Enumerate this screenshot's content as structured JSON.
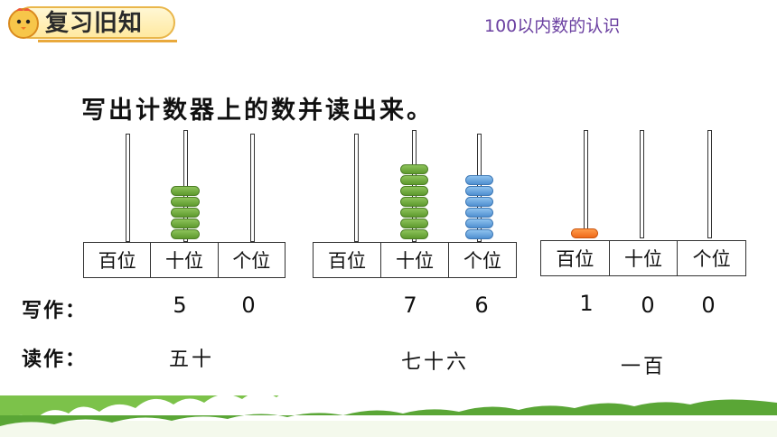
{
  "header": {
    "title": "复习旧知",
    "topic": "100以内数的认识"
  },
  "instruction": "写出计数器上的数并读出来。",
  "row_labels": {
    "write": "写作：",
    "read": "读作："
  },
  "place_labels": {
    "hundreds": "百位",
    "tens": "十位",
    "ones": "个位"
  },
  "abacuses": [
    {
      "beads": {
        "hundreds": 0,
        "tens": 5,
        "ones": 0
      },
      "written": [
        "5",
        "0"
      ],
      "reading": "五十"
    },
    {
      "beads": {
        "hundreds": 0,
        "tens": 7,
        "ones": 6
      },
      "written": [
        "7",
        "6"
      ],
      "reading": "七十六"
    },
    {
      "beads": {
        "hundreds": 1,
        "tens": 0,
        "ones": 0
      },
      "written": [
        "1",
        "0",
        "0"
      ],
      "reading": "一百"
    }
  ],
  "colors": {
    "tens_bead": "#6aa53a",
    "ones_bead": "#5b9bd8",
    "hundreds_bead": "#f07a26",
    "topic": "#6a3fa0"
  },
  "icons": [
    "chick-logo-icon",
    "grass-border"
  ]
}
